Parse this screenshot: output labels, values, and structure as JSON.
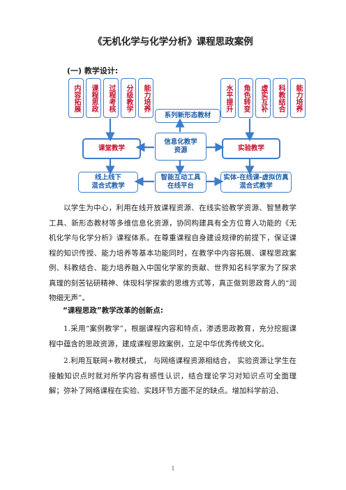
{
  "doc": {
    "title": "《无机化学与化学分析》课程思政案例",
    "section1": "(一) 教学设计:",
    "diagram": {
      "left_boxes": [
        "内容拓展",
        "课程思政",
        "过程考核",
        "分级教学",
        "能力培养"
      ],
      "right_boxes": [
        "水平提升",
        "角色转变",
        "虚实互补",
        "科教结合",
        "能力培养"
      ],
      "top_center": "系列新形态教材",
      "left_mid": "课堂教学",
      "center_line1": "信息化教学",
      "center_line2": "资源",
      "right_mid": "实验教学",
      "bottom_left_line1": "线上线下",
      "bottom_left_line2": "混合式教学",
      "bottom_center_line1": "智能互动工具",
      "bottom_center_line2": "在线平台",
      "bottom_right_line1": "实体-在线课-虚拟仿真",
      "bottom_right_line2": "混合式教学"
    },
    "para1": "以学生为中心，利用在线开放课程资源、在线实验教学资源、智慧教学工具、新形态教材等多维信息化资源，协同构建具有全方位育人功能的《无机化学与化学分析》课程体系。在尊重课程自身建设规律的前提下，保证课程的知识传授、能力培养等基本功能同时，在教学中内容拓展、课程思政案例、科教结合、能力培养融入中国化学家的贡献、世界知名科学家为了探求真理的刻苦钻研精神、体现科学探索的思维方式等，真正做到思政育人的“润物细无声”。",
    "subhead": "“课程思政”教学改革的创新点:",
    "point1": "1.采用“案例教学”，根据课程内容和特点，渗透思政教育，充分挖掘课程中蕴含的思政资源，建成课程思政案例，立足中华优秀传统文化。",
    "point2": "2.利用互联网+教材模式， 与网络课程资源相结合， 实验资源让学生在接触知识点时就对所学内容有感性认识，结合理论学习对知识点可全面理解；弥补了网络课程在实验、实践环节方面不足的缺点。增加科学前沿、",
    "page_number": "1"
  }
}
